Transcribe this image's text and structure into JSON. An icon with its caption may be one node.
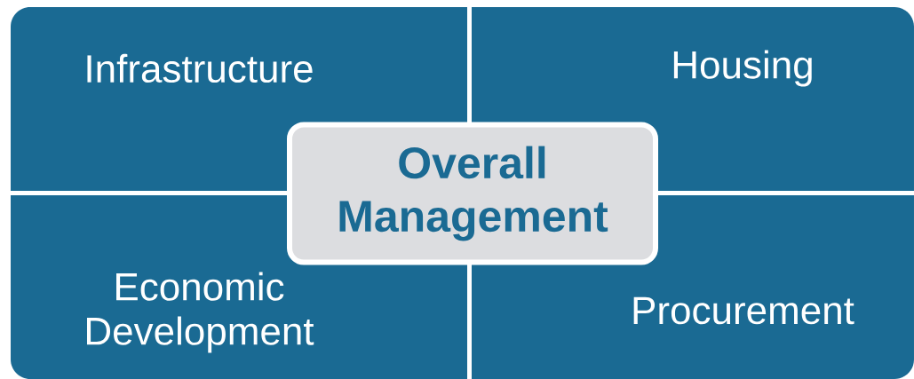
{
  "diagram": {
    "nodes": [
      {
        "text": [
          "Infrastructure"
        ]
      },
      {
        "text": [
          "Housing"
        ]
      },
      {
        "text": [
          "Economic Development"
        ]
      },
      {
        "text": [
          "Procurement"
        ]
      },
      {
        "text": [
          "Overall Management"
        ]
      }
    ]
  }
}
